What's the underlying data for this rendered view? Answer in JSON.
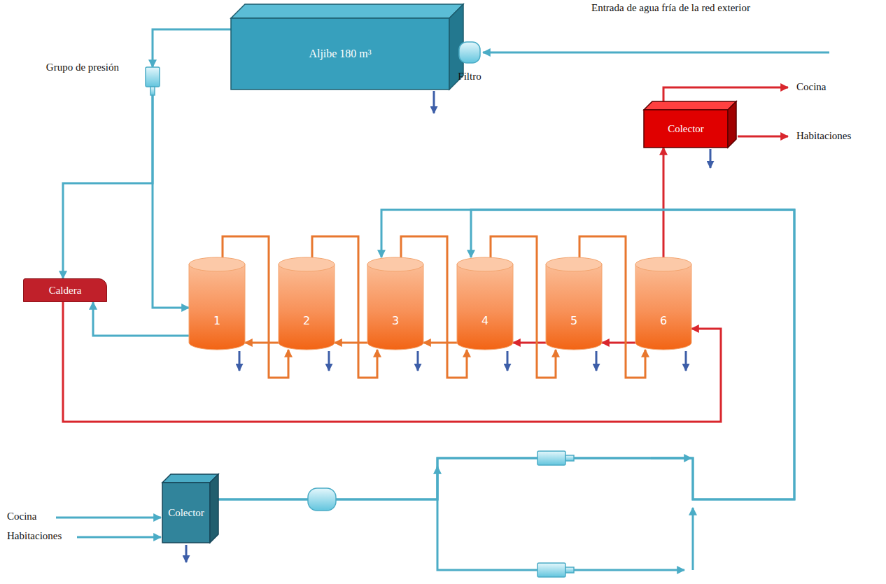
{
  "diagram": {
    "nodes": [
      {
        "text": [
          "Aljibe 180 m³"
        ]
      },
      {
        "text": [
          "Filtro"
        ]
      },
      {
        "text": [
          "Grupo de presión"
        ]
      },
      {
        "text": [
          "Caldera"
        ]
      },
      {
        "text": [
          "1"
        ]
      },
      {
        "text": [
          "2"
        ]
      },
      {
        "text": [
          "3"
        ]
      },
      {
        "text": [
          "4"
        ]
      },
      {
        "text": [
          "5"
        ]
      },
      {
        "text": [
          "6"
        ]
      },
      {
        "text": [
          "Colector"
        ]
      },
      {
        "text": [
          "Colector"
        ]
      }
    ],
    "edges": [
      {
        "from": 1,
        "to": 0,
        "arrow": "to"
      },
      {
        "from": 0,
        "to": 2,
        "arrow": "to"
      },
      {
        "from": 2,
        "to": 3,
        "arrow": "to"
      },
      {
        "from": 2,
        "to": 4,
        "arrow": "to"
      },
      {
        "from": 4,
        "to": 3,
        "arrow": "to"
      },
      {
        "from": 3,
        "to": 9,
        "arrow": "to"
      },
      {
        "from": 9,
        "to": 8,
        "arrow": "to"
      },
      {
        "from": 8,
        "to": 7,
        "arrow": "to"
      },
      {
        "from": 7,
        "to": 6,
        "arrow": "to"
      },
      {
        "from": 6,
        "to": 5,
        "arrow": "to"
      },
      {
        "from": 5,
        "to": 4,
        "arrow": "to"
      },
      {
        "from": 4,
        "to": 5,
        "arrow": "to"
      },
      {
        "from": 5,
        "to": 6,
        "arrow": "to"
      },
      {
        "from": 6,
        "to": 7,
        "arrow": "to"
      },
      {
        "from": 7,
        "to": 8,
        "arrow": "to"
      },
      {
        "from": 8,
        "to": 9,
        "arrow": "to"
      },
      {
        "from": 9,
        "to": 10,
        "arrow": "to"
      },
      {
        "from": 11,
        "to": 6,
        "arrow": "to"
      },
      {
        "from": 11,
        "to": 7,
        "arrow": "to"
      }
    ],
    "labels": [
      "Entrada de agua fría de la red exterior",
      "Cocina",
      "Habitaciones",
      "Cocina",
      "Habitaciones"
    ]
  }
}
